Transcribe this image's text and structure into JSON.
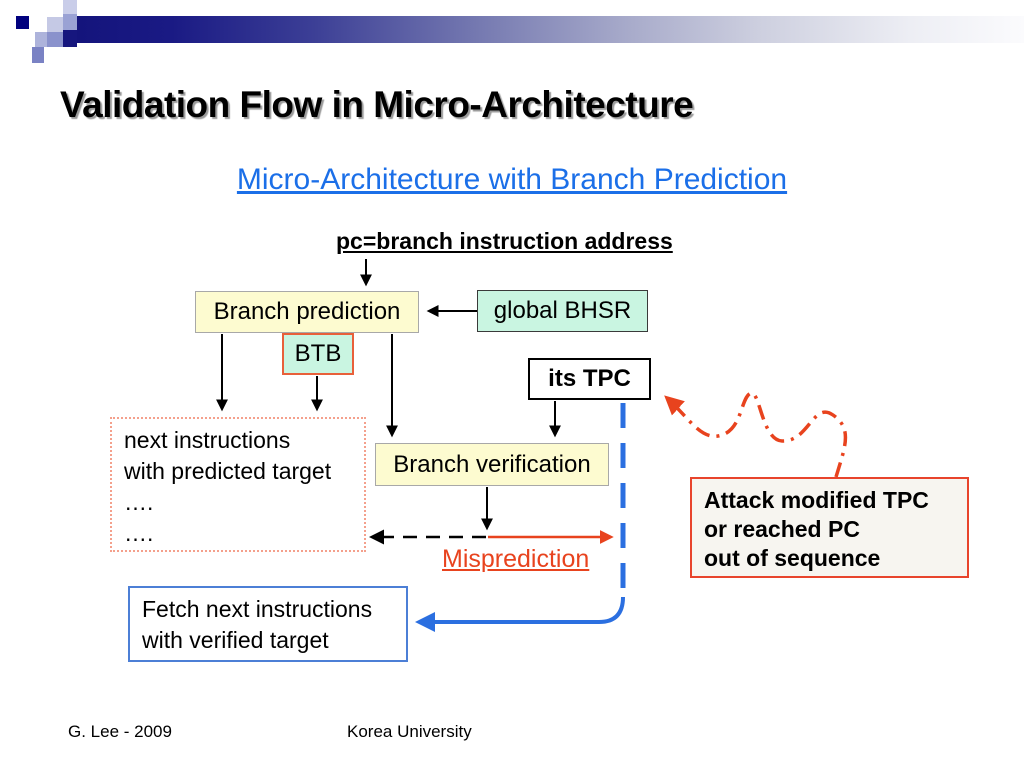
{
  "slide": {
    "title": "Validation Flow in Micro-Architecture",
    "subtitle": "Micro-Architecture with Branch Prediction",
    "pc_label": "pc=branch instruction address",
    "misprediction_label": "Misprediction",
    "footer": {
      "author": "G. Lee - 2009",
      "university": "Korea University"
    }
  },
  "boxes": {
    "branch_prediction": {
      "label": "Branch prediction"
    },
    "global_bhsr": {
      "label": "global BHSR"
    },
    "btb": {
      "label": "BTB"
    },
    "its_tpc": {
      "label": "its TPC"
    },
    "next_instructions": {
      "lines": [
        "next instructions",
        "with predicted target",
        "….",
        "…."
      ]
    },
    "branch_verification": {
      "label": "Branch verification"
    },
    "attack_note": {
      "lines": [
        "Attack modified TPC",
        "or reached PC",
        "out of sequence"
      ]
    },
    "fetch": {
      "lines": [
        "Fetch next instructions",
        "with verified target"
      ]
    }
  },
  "colors": {
    "hyperlink_blue": "#1B6FE8",
    "flow_blue": "#2B6FE0",
    "alert_red": "#E8431E",
    "box_yellow": "#FDFBD0",
    "box_mint": "#C9F5E1",
    "btb_border_orange": "#E8603A",
    "fetch_border_blue": "#4C7FD6",
    "bar_navy": "#14147C"
  }
}
